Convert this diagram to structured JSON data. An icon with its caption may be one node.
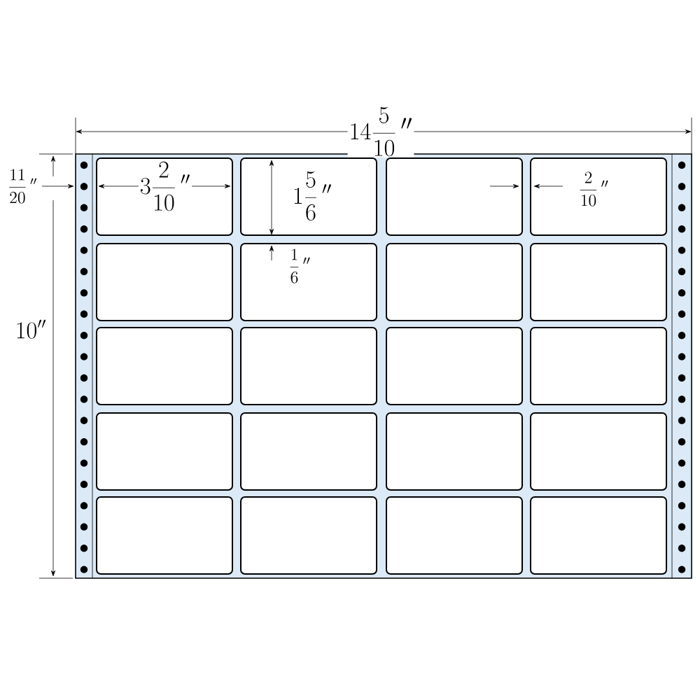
{
  "diagram": {
    "nodes": [
      {
        "text": [],
        "shape": "box"
      },
      {
        "text": [],
        "shape": "box"
      },
      {
        "text": [],
        "shape": "box"
      },
      {
        "text": [],
        "shape": "box"
      },
      {
        "text": [],
        "shape": "box"
      },
      {
        "text": [],
        "shape": "box"
      },
      {
        "text": [],
        "shape": "box"
      },
      {
        "text": [],
        "shape": "box"
      },
      {
        "text": [],
        "shape": "box"
      },
      {
        "text": [],
        "shape": "box"
      },
      {
        "text": [],
        "shape": "box"
      },
      {
        "text": [],
        "shape": "box"
      },
      {
        "text": [],
        "shape": "box"
      },
      {
        "text": [],
        "shape": "box"
      },
      {
        "text": [],
        "shape": "box"
      },
      {
        "text": [],
        "shape": "box"
      },
      {
        "text": [],
        "shape": "box"
      },
      {
        "text": [],
        "shape": "box"
      },
      {
        "text": [],
        "shape": "box"
      },
      {
        "text": [],
        "shape": "box"
      }
    ],
    "labels": [
      "14\\frac{5}{10}\\,''",
      "\\frac{11}{20}\\,''",
      "10''",
      "3\\frac{2}{10}\\,''",
      "1\\frac{5}{6}\\,''",
      "\\frac{1}{6}\\,''",
      "\\frac{2}{10}\\,''"
    ]
  }
}
